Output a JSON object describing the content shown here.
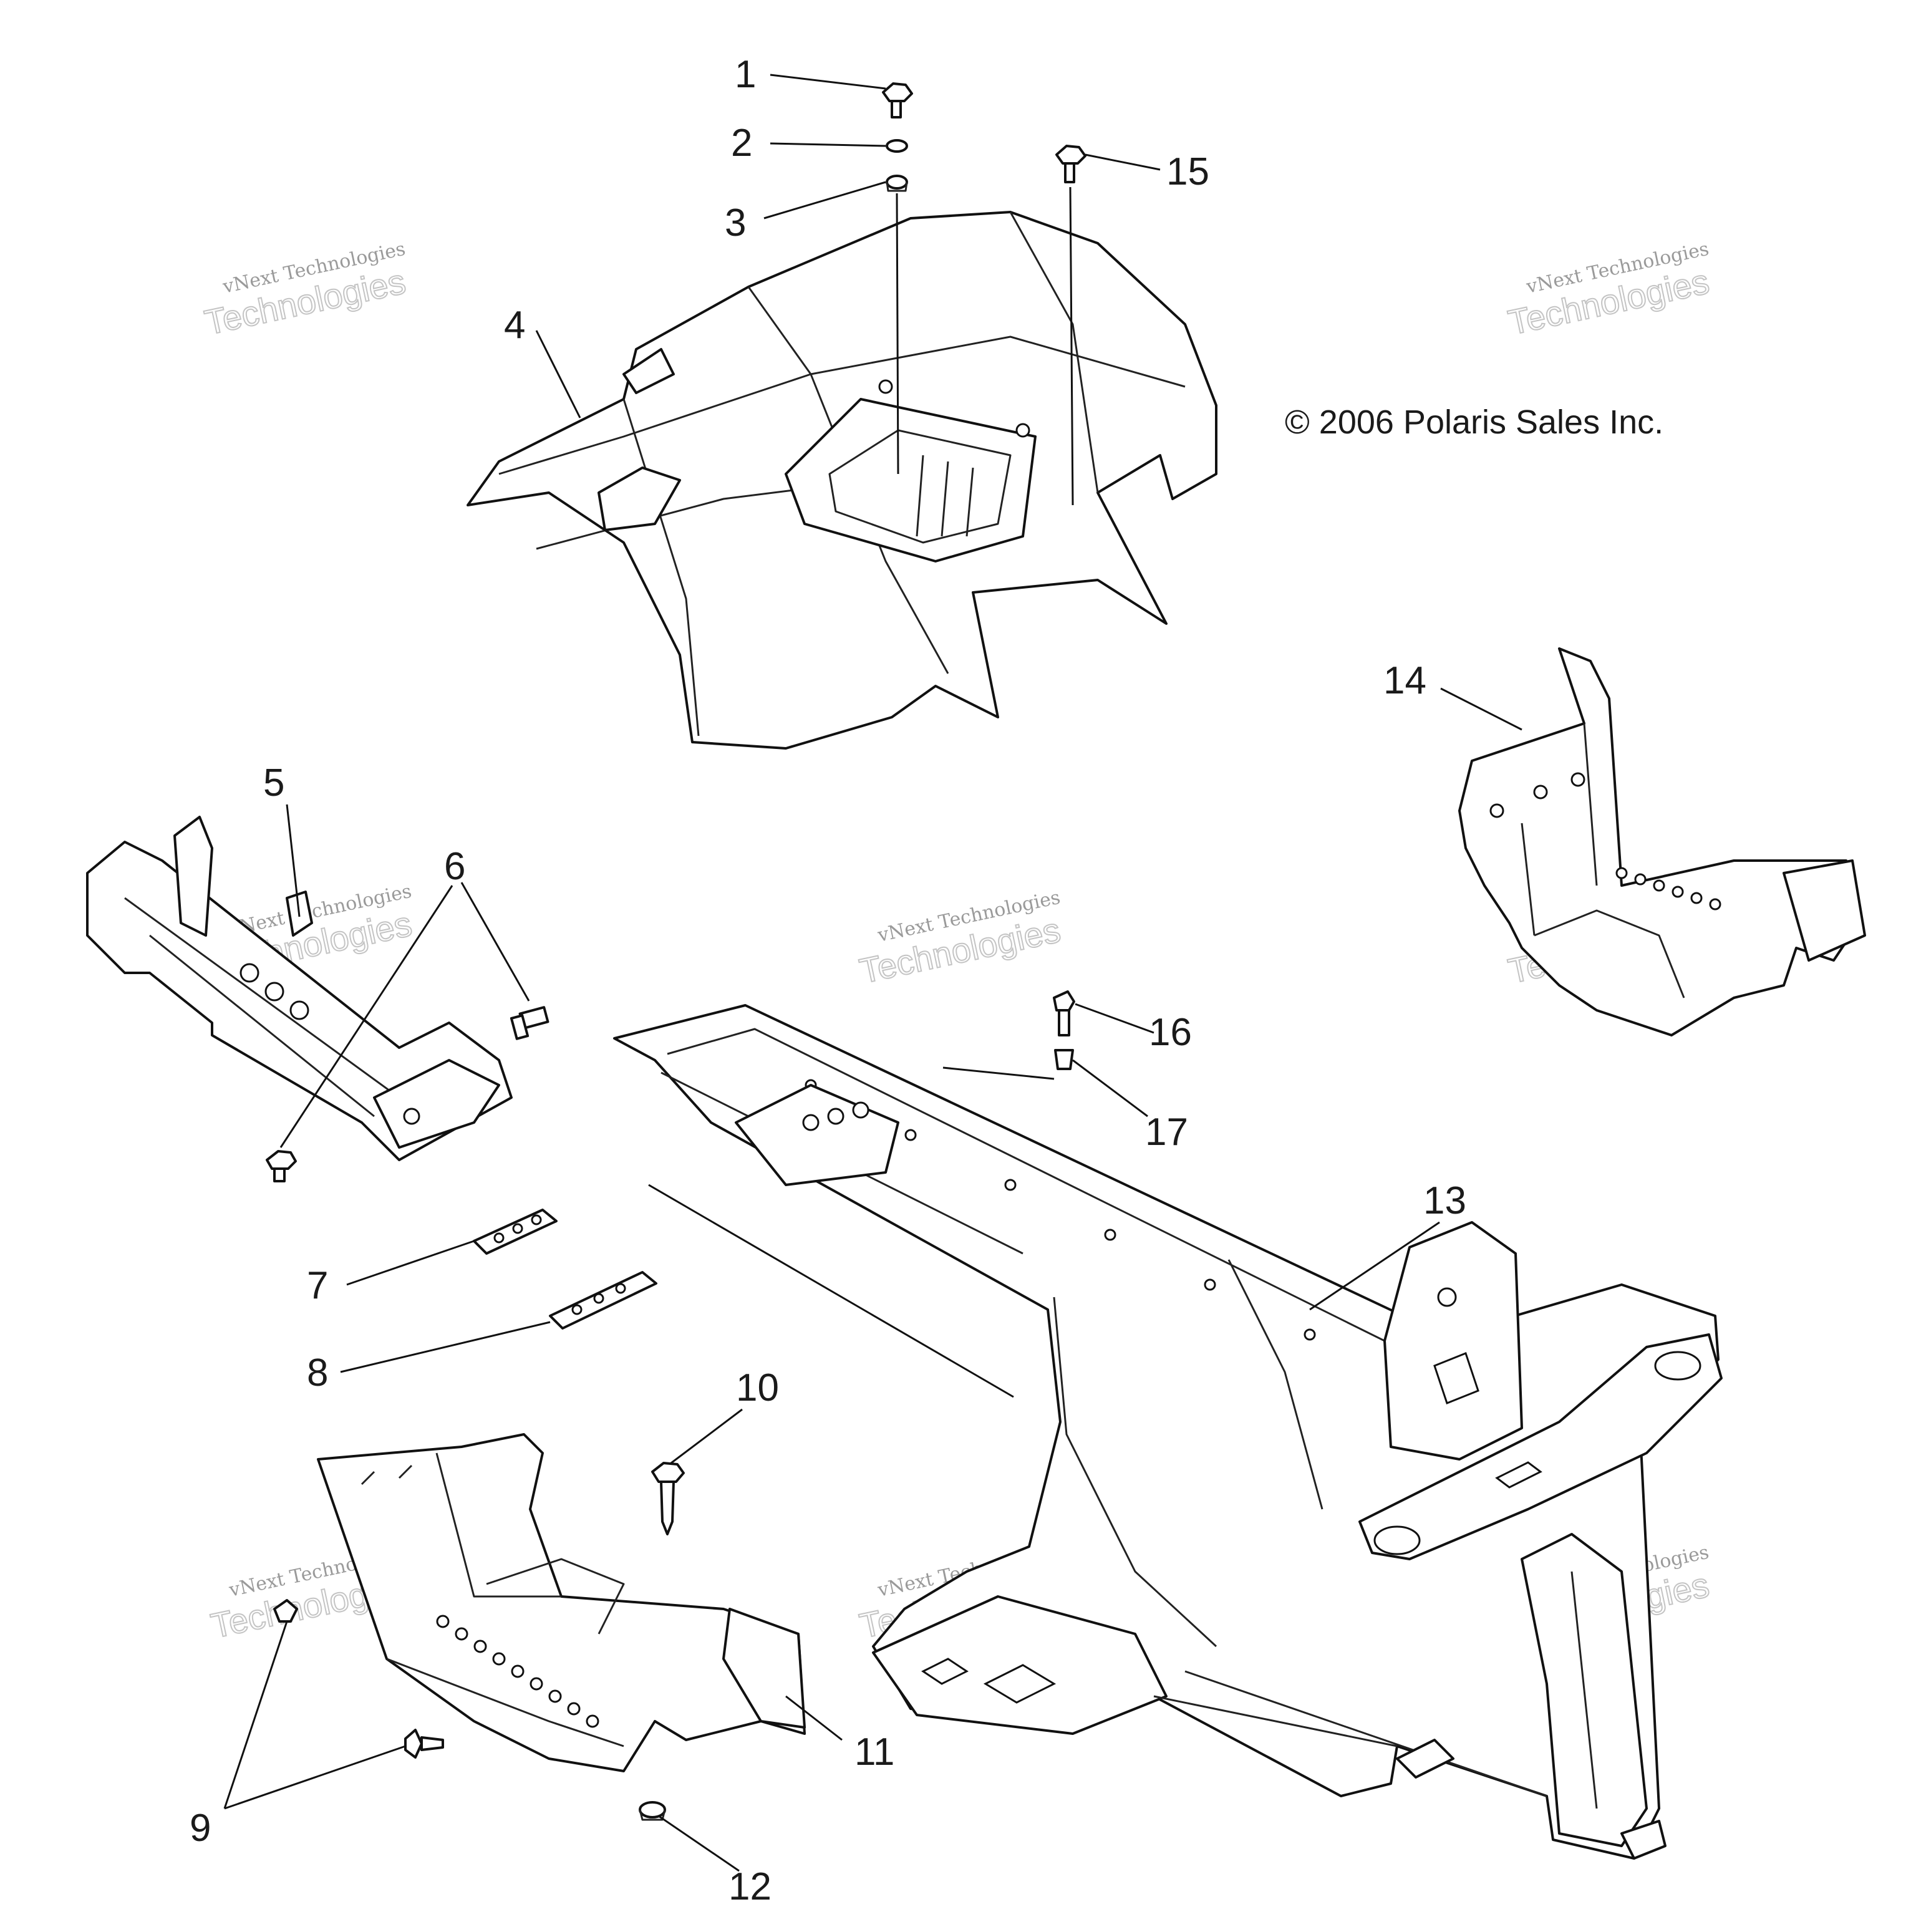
{
  "copyright": "© 2006 Polaris Sales Inc.",
  "watermark": {
    "line1": "vNext Technologies",
    "line2": "Technologies"
  },
  "callouts": [
    "1",
    "2",
    "3",
    "4",
    "5",
    "6",
    "7",
    "8",
    "9",
    "10",
    "11",
    "12",
    "13",
    "14",
    "15",
    "16",
    "17"
  ]
}
